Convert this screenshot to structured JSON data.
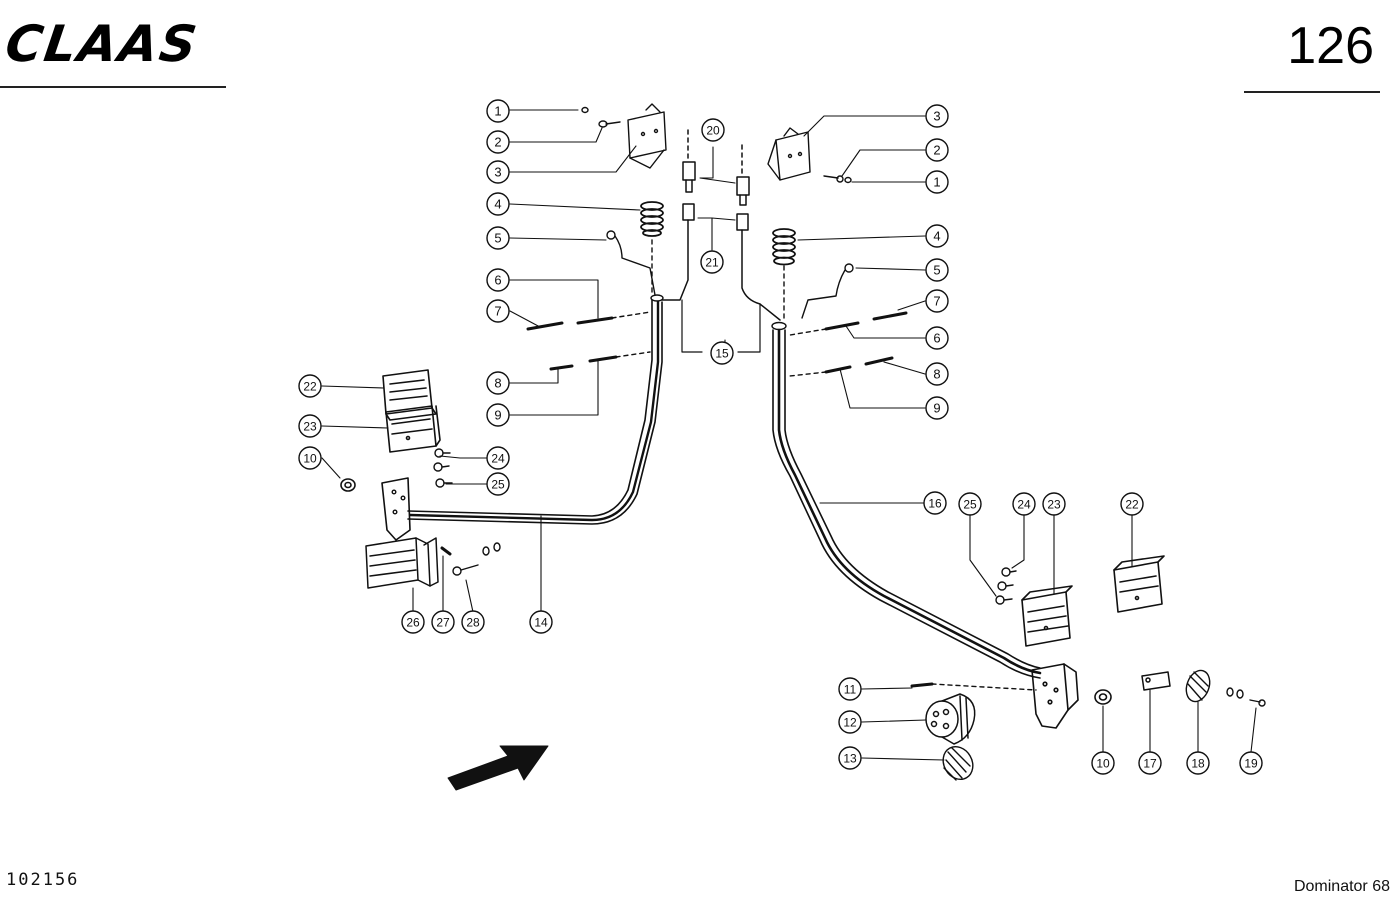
{
  "header": {
    "brand": "CLAAS",
    "page_number": "126"
  },
  "footer": {
    "document_number": "102156",
    "model": "Dominator 68"
  },
  "callouts": [
    "1",
    "2",
    "3",
    "4",
    "5",
    "6",
    "7",
    "8",
    "9",
    "10",
    "11",
    "12",
    "13",
    "14",
    "15",
    "16",
    "17",
    "18",
    "19",
    "20",
    "21",
    "22",
    "23",
    "24",
    "25",
    "26",
    "27",
    "28"
  ],
  "icons": {
    "direction": "arrow-right-up-icon",
    "brand": "claas-logo"
  },
  "colors": {
    "ink": "#111111",
    "paper": "#ffffff"
  }
}
